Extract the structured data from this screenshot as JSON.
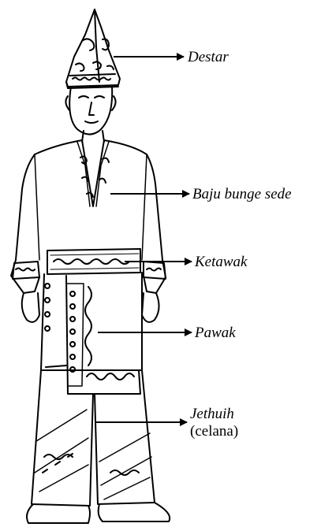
{
  "labels": {
    "destar": "Destar",
    "baju": "Baju bunge sede",
    "ketawak": "Ketawak",
    "pawak": "Pawak",
    "jethuih": "Jethuih",
    "jethuih_note": "(celana)"
  }
}
